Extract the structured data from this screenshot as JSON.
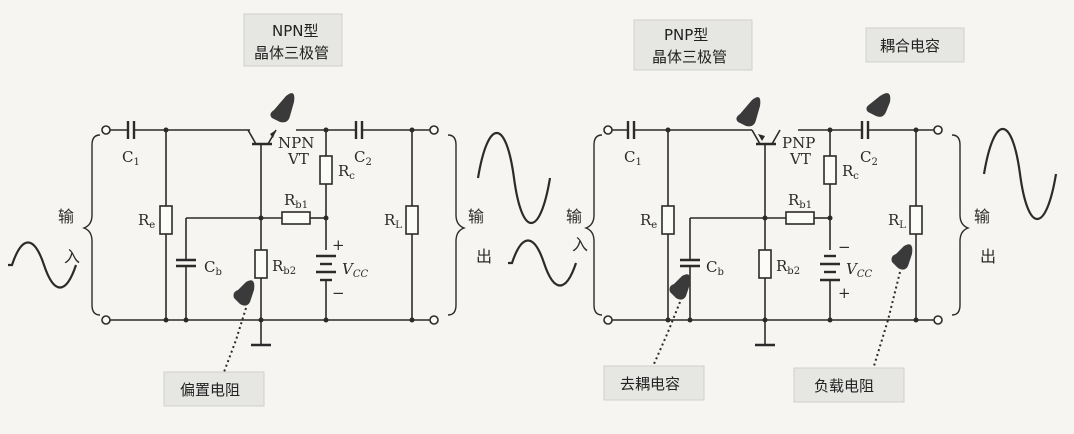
{
  "left": {
    "callout_top": [
      "NPN型",
      "晶体三极管"
    ],
    "transistor_type": "NPN",
    "transistor_vt": "VT",
    "c1": "C",
    "c1_sub": "1",
    "c2": "C",
    "c2_sub": "2",
    "rc": "R",
    "rc_sub": "c",
    "rb1": "R",
    "rb1_sub": "b1",
    "rb2": "R",
    "rb2_sub": "b2",
    "re": "R",
    "re_sub": "e",
    "cb": "C",
    "cb_sub": "b",
    "rl": "R",
    "rl_sub": "L",
    "vcc": "V",
    "vcc_sub": "CC",
    "plus": "+",
    "minus": "−",
    "input_label": [
      "输",
      "入"
    ],
    "output_label": [
      "输",
      "出"
    ],
    "callout_bottom": "偏置电阻"
  },
  "right": {
    "callout_top": [
      "PNP型",
      "晶体三极管"
    ],
    "callout_coupling": "耦合电容",
    "transistor_type": "PNP",
    "transistor_vt": "VT",
    "c1": "C",
    "c1_sub": "1",
    "c2": "C",
    "c2_sub": "2",
    "rc": "R",
    "rc_sub": "c",
    "rb1": "R",
    "rb1_sub": "b1",
    "rb2": "R",
    "rb2_sub": "b2",
    "re": "R",
    "re_sub": "e",
    "cb": "C",
    "cb_sub": "b",
    "rl": "R",
    "rl_sub": "L",
    "vcc": "V",
    "vcc_sub": "CC",
    "plus": "+",
    "minus": "−",
    "input_label": [
      "输",
      "入"
    ],
    "output_label": [
      "输",
      "出"
    ],
    "callout_decoupling": "去耦电容",
    "callout_load": "负载电阻"
  }
}
